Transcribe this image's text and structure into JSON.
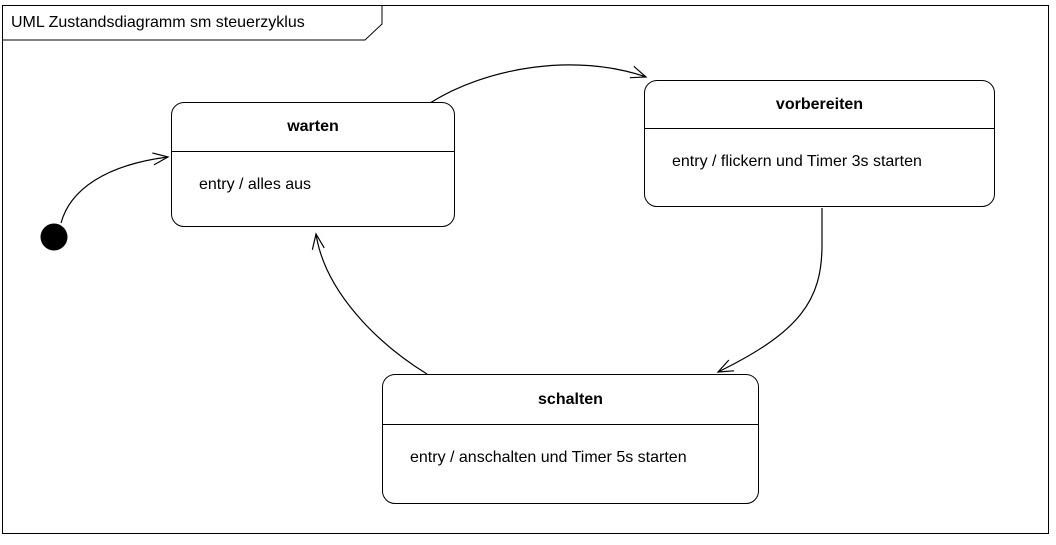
{
  "diagram": {
    "type": "uml-state-machine",
    "frame_title": "UML Zustandsdiagramm sm steuerzyklus",
    "colors": {
      "line": "#000000",
      "background": "#ffffff",
      "text": "#000000"
    },
    "initial": {
      "kind": "initial-pseudostate"
    },
    "states": [
      {
        "name": "warten",
        "entry": "entry / alles aus"
      },
      {
        "name": "vorbereiten",
        "entry": "entry / flickern und Timer 3s starten"
      },
      {
        "name": "schalten",
        "entry": "entry / anschalten und Timer 5s starten"
      }
    ],
    "transitions": [
      {
        "from": "initial",
        "to": "warten"
      },
      {
        "from": "warten",
        "to": "vorbereiten"
      },
      {
        "from": "vorbereiten",
        "to": "schalten"
      },
      {
        "from": "schalten",
        "to": "warten"
      }
    ]
  }
}
